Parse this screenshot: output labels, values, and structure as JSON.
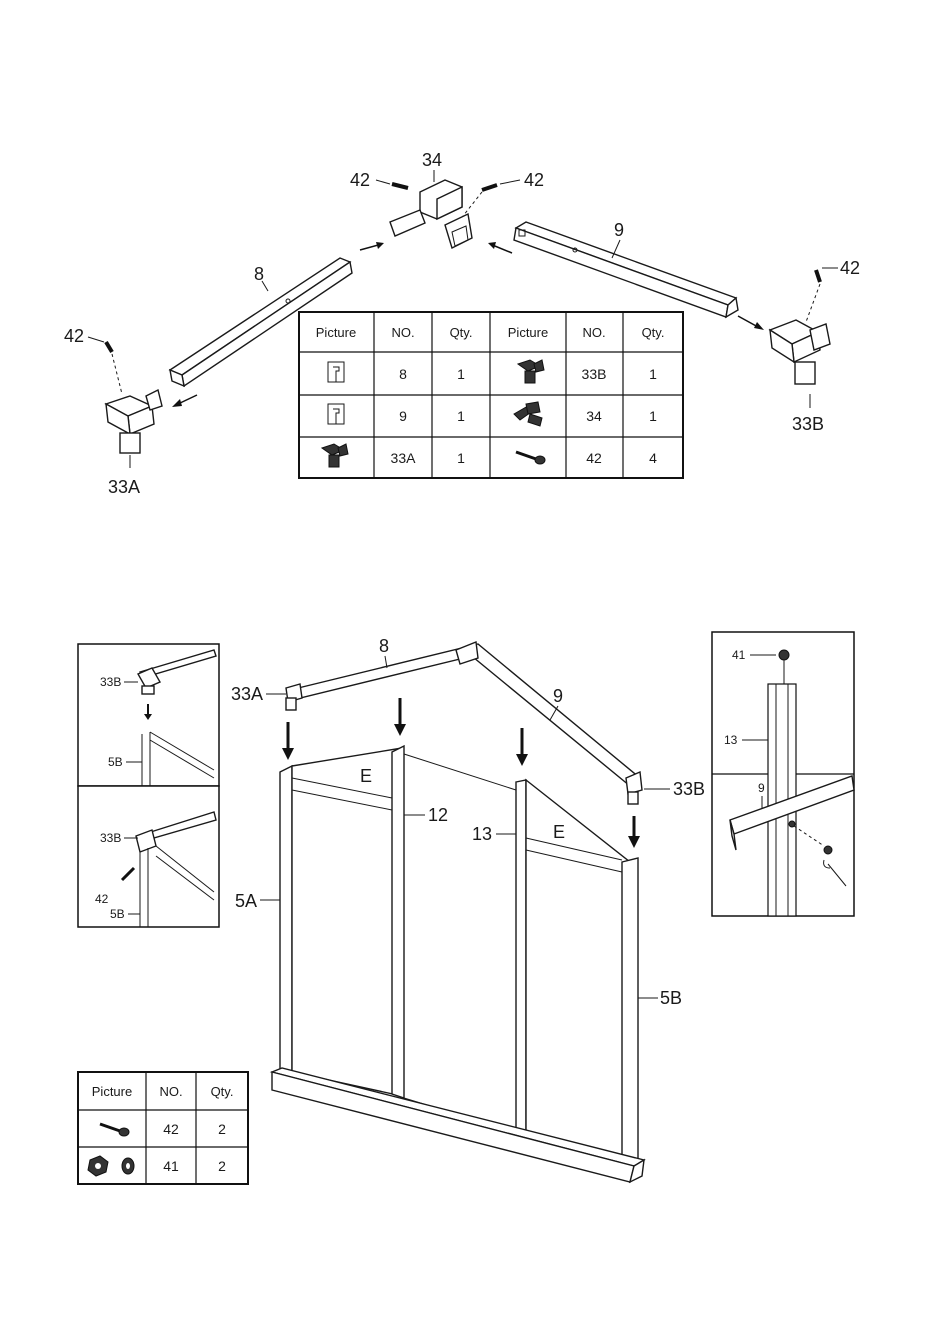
{
  "diagram1": {
    "labels": {
      "l34": "34",
      "l42_top_left": "42",
      "l42_top_right": "42",
      "l42_right": "42",
      "l42_left": "42",
      "l8": "8",
      "l9": "9",
      "l33A": "33A",
      "l33B": "33B"
    },
    "table": {
      "headers": [
        "Picture",
        "NO.",
        "Qty.",
        "Picture",
        "NO.",
        "Qty."
      ],
      "rows": [
        {
          "icon1": "bracket-icon",
          "no1": "8",
          "qty1": "1",
          "icon2": "corner-connector-icon",
          "no2": "33B",
          "qty2": "1"
        },
        {
          "icon1": "bracket-icon",
          "no1": "9",
          "qty1": "1",
          "icon2": "apex-connector-icon",
          "no2": "34",
          "qty2": "1"
        },
        {
          "icon1": "corner-connector-icon",
          "no1": "33A",
          "qty1": "1",
          "icon2": "bolt-icon",
          "no2": "42",
          "qty2": "4"
        }
      ]
    }
  },
  "diagram2": {
    "labels": {
      "l8": "8",
      "l9": "9",
      "l33A": "33A",
      "l33B": "33B",
      "l12": "12",
      "l13": "13",
      "l5A": "5A",
      "l5B": "5B",
      "lE1": "E",
      "lE2": "E"
    },
    "inset_left_top": {
      "l33B": "33B",
      "l5B": "5B"
    },
    "inset_left_bottom": {
      "l33B": "33B",
      "l42": "42",
      "l5B": "5B"
    },
    "inset_right": {
      "l41": "41",
      "l13": "13",
      "l9": "9"
    },
    "table": {
      "headers": [
        "Picture",
        "NO.",
        "Qty."
      ],
      "rows": [
        {
          "icon": "bolt-icon",
          "no": "42",
          "qty": "2"
        },
        {
          "icon": "bolt-nut-icon",
          "no": "41",
          "qty": "2"
        }
      ]
    }
  }
}
